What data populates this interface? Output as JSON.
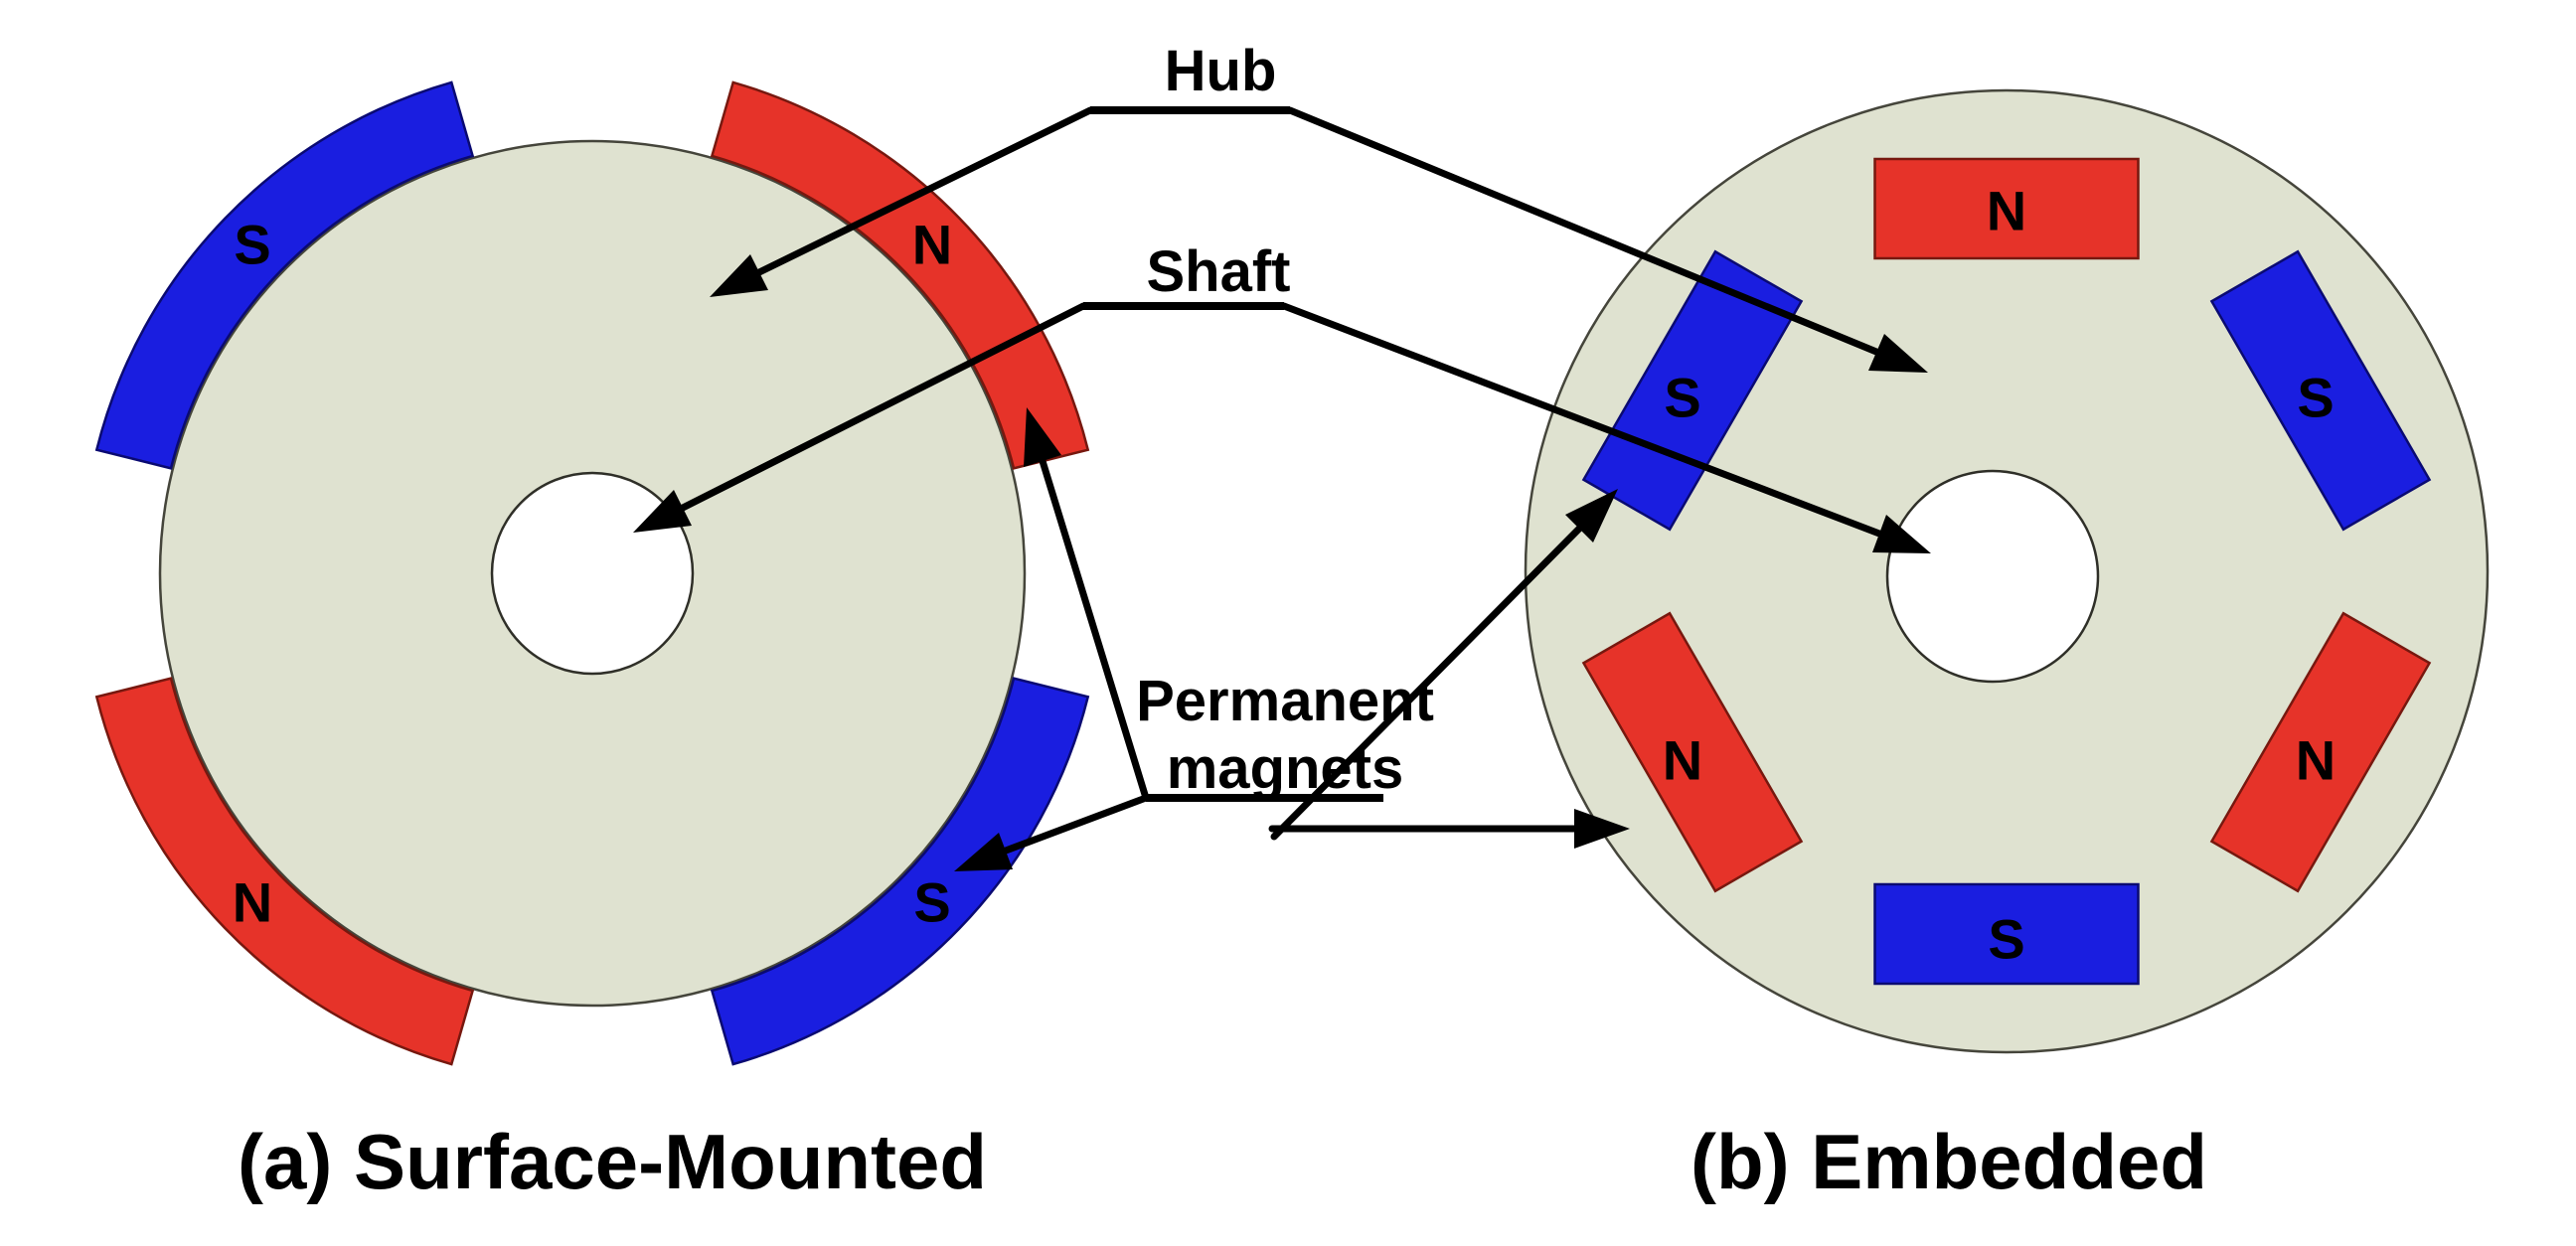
{
  "labels": {
    "hub": "Hub",
    "shaft": "Shaft",
    "permanent_line1": "Permanent",
    "permanent_line2": "magnets"
  },
  "captions": {
    "a": "(a) Surface-Mounted",
    "b": "(b) Embedded"
  },
  "colors": {
    "hub_fill": "#dfe2d0",
    "magnet_red": "#e63329",
    "magnet_blue": "#1a1ee0",
    "pole_letter": "#f6d321",
    "annotation": "#000000"
  },
  "rotor_a": {
    "type": "Surface-Mounted",
    "magnets": [
      {
        "position": "top-left",
        "pole": "S",
        "color": "blue"
      },
      {
        "position": "top-right",
        "pole": "N",
        "color": "red"
      },
      {
        "position": "bottom-left",
        "pole": "N",
        "color": "red"
      },
      {
        "position": "bottom-right",
        "pole": "S",
        "color": "blue"
      }
    ]
  },
  "rotor_b": {
    "type": "Embedded",
    "magnets": [
      {
        "position": "top",
        "pole": "N",
        "color": "red"
      },
      {
        "position": "upper-right",
        "pole": "S",
        "color": "blue"
      },
      {
        "position": "lower-right",
        "pole": "N",
        "color": "red"
      },
      {
        "position": "bottom",
        "pole": "S",
        "color": "blue"
      },
      {
        "position": "lower-left",
        "pole": "N",
        "color": "red"
      },
      {
        "position": "upper-left",
        "pole": "S",
        "color": "blue"
      }
    ]
  }
}
